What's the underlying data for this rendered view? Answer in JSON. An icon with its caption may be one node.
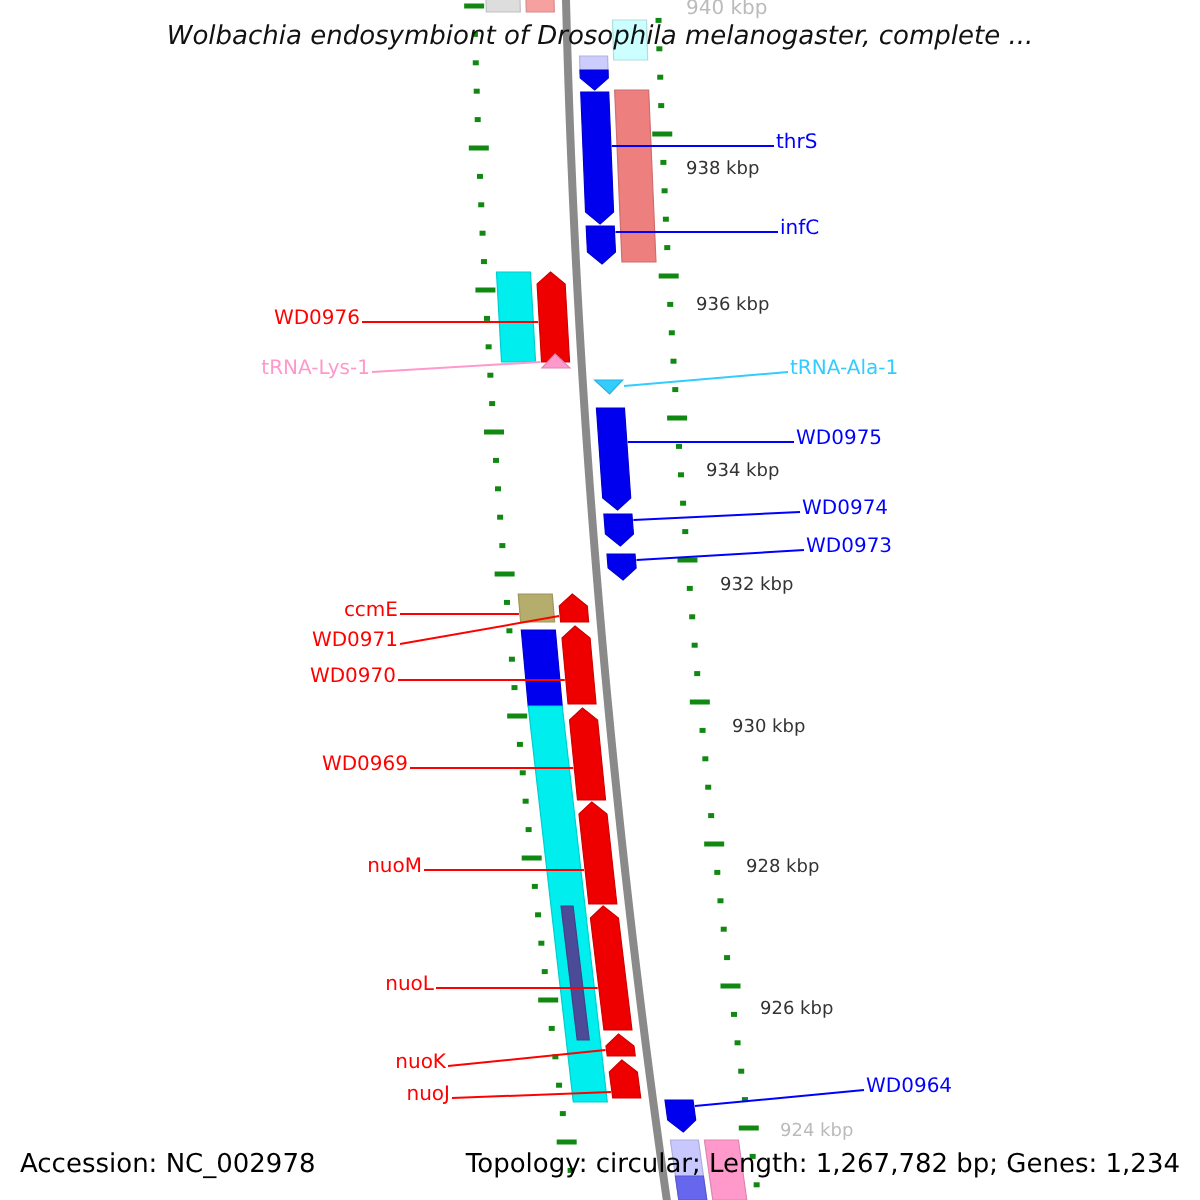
{
  "diagram": {
    "title": "Wolbachia endosymbiont of Drosophila melanogaster, complete ...",
    "nodes": [
      {
        "text": [
          "thrS"
        ]
      },
      {
        "text": [
          "infC"
        ]
      },
      {
        "text": [
          "WD0976"
        ]
      },
      {
        "text": [
          "tRNA-Lys-1"
        ]
      },
      {
        "text": [
          "tRNA-Ala-1"
        ]
      },
      {
        "text": [
          "WD0975"
        ]
      },
      {
        "text": [
          "WD0974"
        ]
      },
      {
        "text": [
          "WD0973"
        ]
      },
      {
        "text": [
          "ccmE"
        ]
      },
      {
        "text": [
          "WD0971"
        ]
      },
      {
        "text": [
          "WD0970"
        ]
      },
      {
        "text": [
          "WD0969"
        ]
      },
      {
        "text": [
          "nuoM"
        ]
      },
      {
        "text": [
          "nuoL"
        ]
      },
      {
        "text": [
          "nuoK"
        ]
      },
      {
        "text": [
          "nuoJ"
        ]
      },
      {
        "text": [
          "WD0964"
        ]
      },
      {
        "text": [],
        "shape": "bar"
      },
      {
        "text": [],
        "shape": "bar"
      },
      {
        "text": [],
        "shape": "bar"
      },
      {
        "text": [],
        "shape": "triangle"
      },
      {
        "text": [],
        "shape": "triangle"
      },
      {
        "text": [],
        "shape": "bar"
      },
      {
        "text": [],
        "shape": "bar"
      },
      {
        "text": [],
        "shape": "bar"
      },
      {
        "text": [],
        "shape": "box"
      },
      {
        "text": [],
        "shape": "bar"
      },
      {
        "text": [],
        "shape": "bar"
      },
      {
        "text": [],
        "shape": "bar"
      },
      {
        "text": [],
        "shape": "bar"
      },
      {
        "text": [],
        "shape": "bar"
      },
      {
        "text": [],
        "shape": "bar"
      },
      {
        "text": [],
        "shape": "bar"
      },
      {
        "text": [],
        "shape": "bar"
      },
      {
        "text": [],
        "shape": "bar"
      }
    ],
    "edges": [
      {
        "from": 0,
        "to": 17,
        "arrow": "none",
        "color": "#0000ff"
      },
      {
        "from": 1,
        "to": 18,
        "arrow": "none",
        "color": "#0000ff"
      },
      {
        "from": 2,
        "to": 19,
        "arrow": "none"
      },
      {
        "from": 3,
        "to": 20,
        "arrow": "none",
        "color": "#ff99cc"
      },
      {
        "from": 4,
        "to": 21,
        "arrow": "none",
        "color": "#33ccff"
      },
      {
        "from": 5,
        "to": 22,
        "arrow": "none",
        "color": "#0000ff"
      },
      {
        "from": 6,
        "to": 23,
        "arrow": "none",
        "color": "#0000ff"
      },
      {
        "from": 7,
        "to": 24,
        "arrow": "none",
        "color": "#0000ff"
      },
      {
        "from": 8,
        "to": 25,
        "arrow": "none"
      },
      {
        "from": 9,
        "to": 26,
        "arrow": "none"
      },
      {
        "from": 10,
        "to": 27,
        "arrow": "none"
      },
      {
        "from": 11,
        "to": 28,
        "arrow": "none"
      },
      {
        "from": 12,
        "to": 29,
        "arrow": "none"
      },
      {
        "from": 13,
        "to": 30,
        "arrow": "none"
      },
      {
        "from": 14,
        "to": 31,
        "arrow": "none"
      },
      {
        "from": 15,
        "to": 32,
        "arrow": "none"
      },
      {
        "from": 16,
        "to": 33,
        "arrow": "none",
        "color": "#0000ff"
      }
    ],
    "labels": [
      "940 kbp",
      "938 kbp",
      "936 kbp",
      "934 kbp",
      "932 kbp",
      "930 kbp",
      "928 kbp",
      "926 kbp",
      "924 kbp",
      "Accession: NC_002978",
      "Topology: circular; Length: 1,267,782 bp; Genes: 1,234"
    ]
  }
}
